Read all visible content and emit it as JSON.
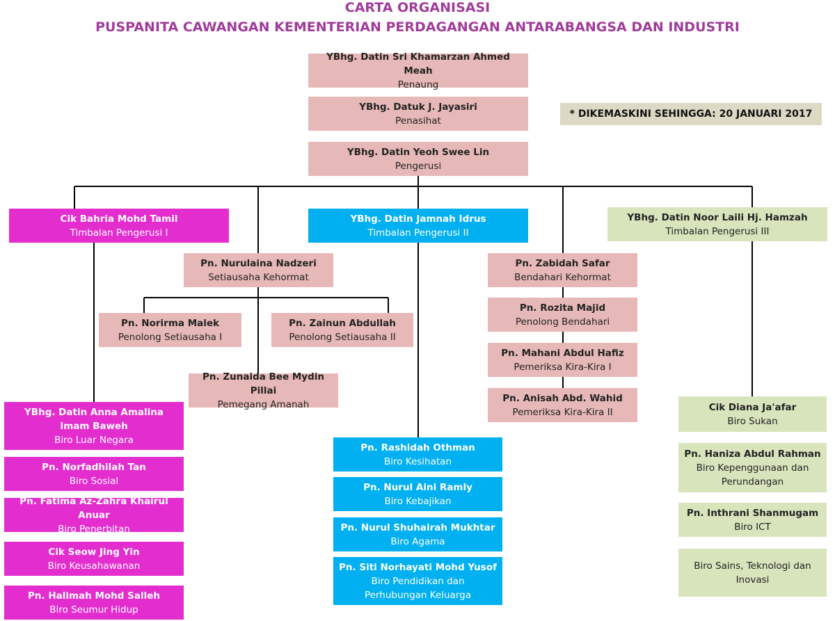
{
  "header": {
    "title": "CARTA ORGANISASI",
    "subtitle": "PUSPANITA CAWANGAN KEMENTERIAN PERDAGANGAN ANTARABANGSA DAN INDUSTRI"
  },
  "note": "* DIKEMASKINI SEHINGGA: 20 JANUARI 2017",
  "colors": {
    "title": "#a03c9a",
    "pink": "#e6b8b7",
    "magenta": "#e32dce",
    "cyan": "#00b0f0",
    "green": "#d8e4bc",
    "note": "#ddd9c4"
  },
  "top": [
    {
      "name": "YBhg. Datin Sri Khamarzan Ahmed Meah",
      "role": "Penaung"
    },
    {
      "name": "YBhg. Datuk J. Jayasiri",
      "role": "Penasihat"
    },
    {
      "name": "YBhg. Datin Yeoh Swee Lin",
      "role": "Pengerusi"
    }
  ],
  "deputies": [
    {
      "name": "Cik Bahria Mohd Tamil",
      "role": "Timbalan Pengerusi I"
    },
    {
      "name": "YBhg. Datin Jamnah Idrus",
      "role": "Timbalan Pengerusi II"
    },
    {
      "name": "YBhg. Datin Noor Laili  Hj. Hamzah",
      "role": "Timbalan Pengerusi III"
    }
  ],
  "secretary": {
    "name": "Pn. Nurulaina Nadzeri",
    "role": "Setiausaha Kehormat"
  },
  "assistant_secretaries": [
    {
      "name": "Pn. Norirma Malek",
      "role": "Penolong Setiausaha I"
    },
    {
      "name": "Pn. Zainun Abdullah",
      "role": "Penolong Setiausaha II"
    }
  ],
  "trustee": {
    "name": "Pn. Zunaida Bee Mydin Pillai",
    "role": "Pemegang Amanah"
  },
  "treasury": [
    {
      "name": "Pn. Zabidah Safar",
      "role": "Bendahari Kehormat"
    },
    {
      "name": "Pn. Rozita Majid",
      "role": "Penolong Bendahari"
    },
    {
      "name": "Pn. Mahani Abdul Hafiz",
      "role": "Pemeriksa Kira-Kira I"
    },
    {
      "name": "Pn. Anisah Abd. Wahid",
      "role": "Pemeriksa Kira-Kira II"
    }
  ],
  "bureaus_left": [
    {
      "name": "YBhg. Datin Anna Amalina Imam Baweh",
      "role": "Biro Luar Negara"
    },
    {
      "name": "Pn. Norfadhilah Tan",
      "role": "Biro Sosial"
    },
    {
      "name": "Pn. Fatima Az-Zahra Khairul Anuar",
      "role": "Biro Penerbitan"
    },
    {
      "name": "Cik Seow Jing Yin",
      "role": "Biro Keusahawanan"
    },
    {
      "name": "Pn. Halimah Mohd Salleh",
      "role": "Biro Seumur Hidup"
    }
  ],
  "bureaus_center": [
    {
      "name": "Pn. Rashidah Othman",
      "role": "Biro Kesihatan"
    },
    {
      "name": "Pn. Nurul Aini Ramly",
      "role": "Biro Kebajikan"
    },
    {
      "name": "Pn. Nurul Shuhairah Mukhtar",
      "role": "Biro Agama"
    },
    {
      "name": "Pn. Siti Norhayati Mohd Yusof",
      "role": "Biro Pendidikan dan Perhubungan Keluarga"
    }
  ],
  "bureaus_right": [
    {
      "name": "Cik Diana Ja'afar",
      "role": "Biro Sukan"
    },
    {
      "name": "Pn. Haniza Abdul Rahman",
      "role": "Biro Kepenggunaan dan Perundangan"
    },
    {
      "name": "Pn. Inthrani Shanmugam",
      "role": "Biro ICT"
    },
    {
      "name": "",
      "role": "Biro Sains, Teknologi dan Inovasi"
    }
  ]
}
